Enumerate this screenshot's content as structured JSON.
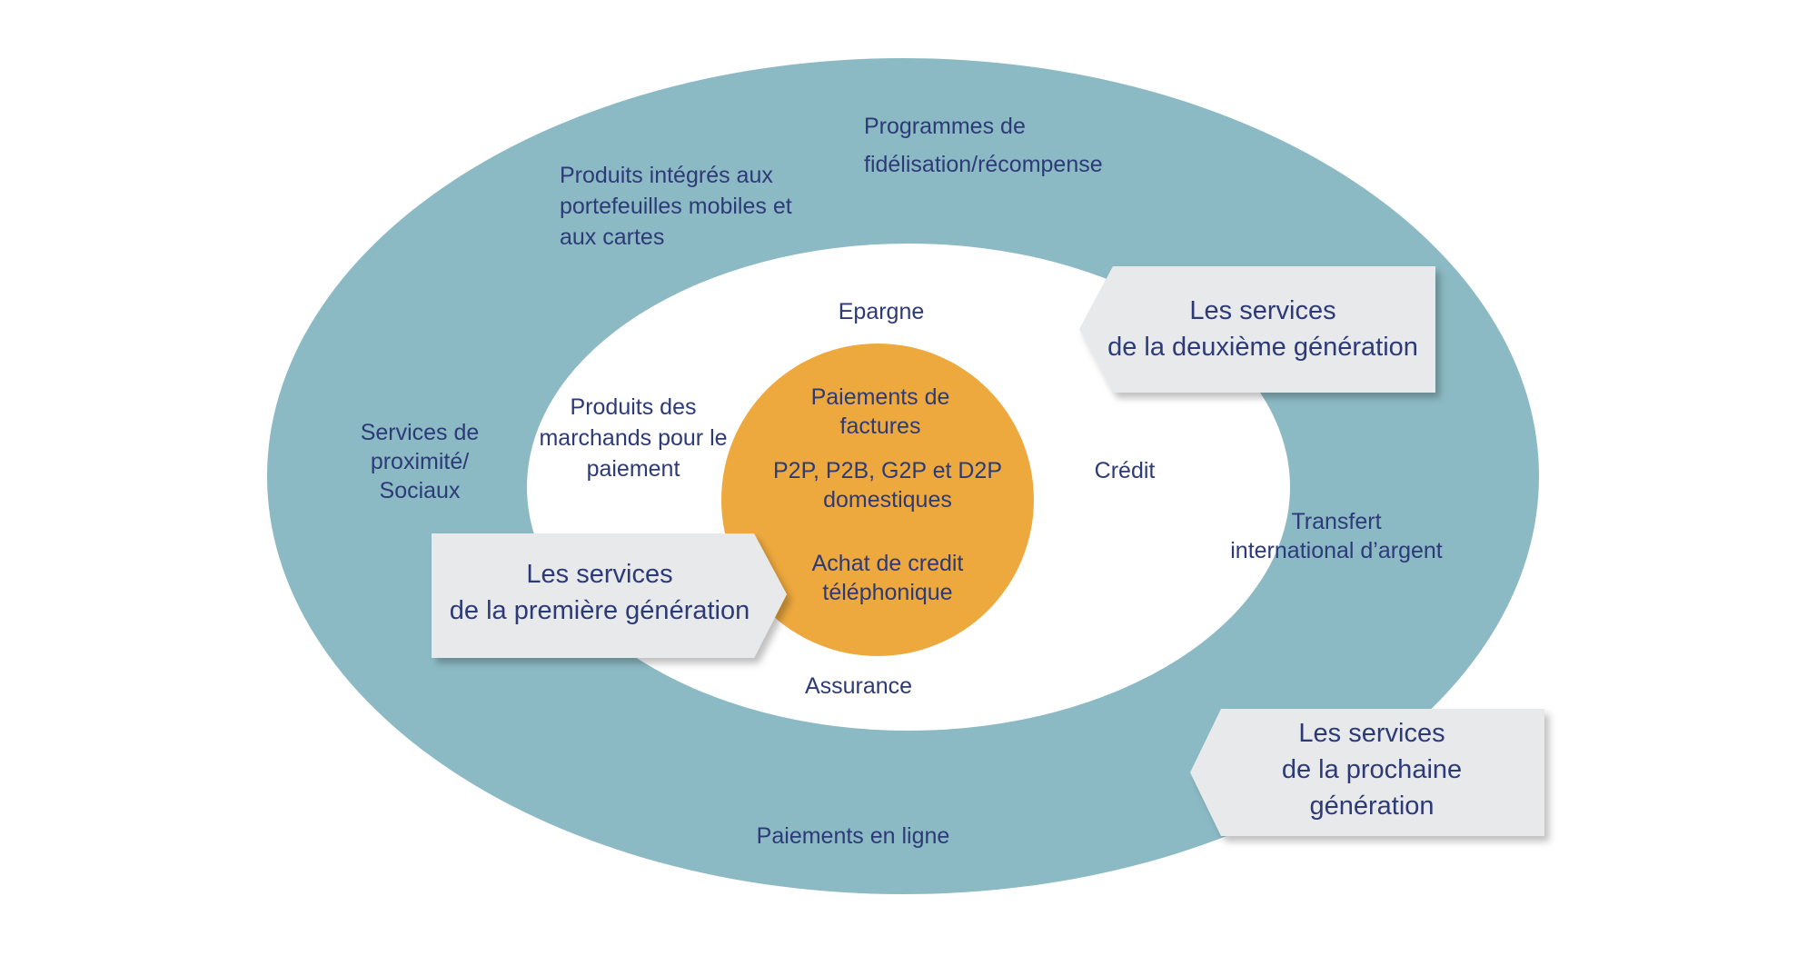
{
  "colors": {
    "outer_ring": "#8cbac4",
    "middle_ring": "#ffffff",
    "core": "#eea93e",
    "callout_fill": "#e8e9eb",
    "text": "#2d3a78"
  },
  "core": {
    "item_1": [
      "Paiements de",
      "factures"
    ],
    "item_2": [
      "P2P, P2B, G2P et D2P",
      "domestiques"
    ],
    "item_3": [
      "Achat de credit",
      "téléphonique"
    ]
  },
  "middle_ring": {
    "epargne": "Epargne",
    "produits_marchands": [
      "Produits des",
      "marchands pour le",
      "paiement"
    ],
    "credit": "Crédit",
    "assurance": "Assurance"
  },
  "outer_ring": {
    "programmes": [
      "Programmes de",
      "fidélisation/récompense"
    ],
    "produits_integres": [
      "Produits intégrés aux",
      "portefeuilles mobiles et",
      "aux cartes"
    ],
    "services_proximite": [
      "Services de",
      "proximité/",
      "Sociaux"
    ],
    "transfert": [
      "Transfert",
      "international d’argent"
    ],
    "paiements_en_ligne": "Paiements en ligne"
  },
  "callouts": {
    "premiere": [
      "Les services",
      "de la première génération"
    ],
    "deuxieme": [
      "Les services",
      "de la deuxième génération"
    ],
    "prochaine": [
      "Les services",
      "de la prochaine",
      "génération"
    ]
  }
}
